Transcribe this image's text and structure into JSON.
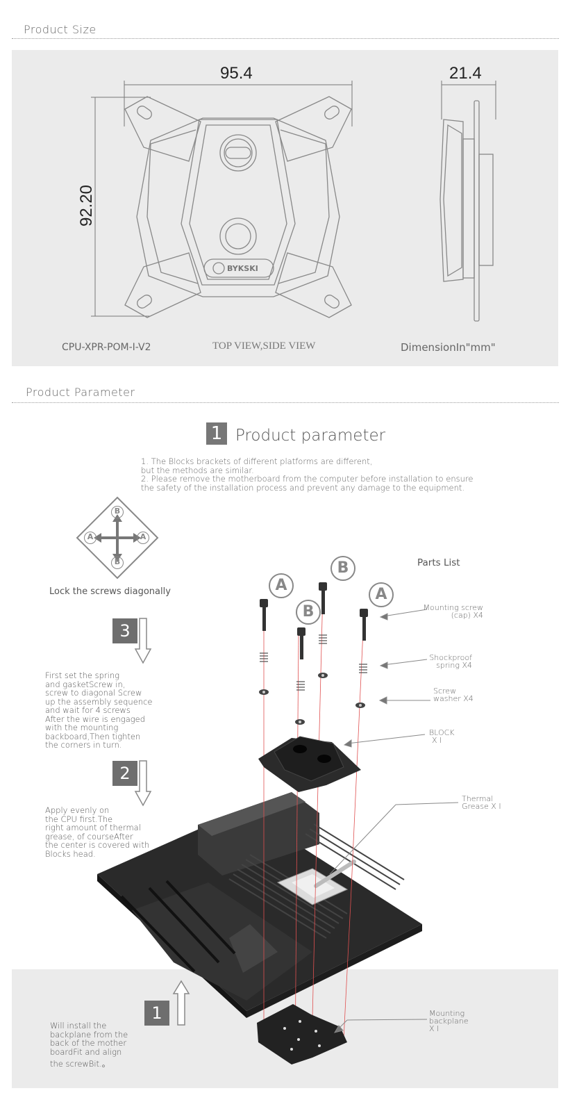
{
  "size_section": {
    "title": "Product Size",
    "dimension_width": "95.4",
    "dimension_height": "92.20",
    "dimension_depth": "21.4",
    "model": "CPU-XPR-POM-I-V2",
    "view_caption": "TOP VIEW,SIDE VIEW",
    "unit_caption": "DimensionIn\"mm\"",
    "brand_logo_text": "BYKSKI"
  },
  "param_section": {
    "title": "Product Parameter",
    "heading_number": "1",
    "heading_text": "Product parameter",
    "intro_line1": "1. The Blocks  brackets of different platforms are different,",
    "intro_line2": "but the methods are similar.",
    "intro_line3": "2. Please remove the motherboard from the computer before installation to ensure",
    "intro_line4": "the safety of the installation process and prevent any damage to the equipment."
  },
  "diagram": {
    "letter_a": "A",
    "letter_b": "B",
    "lock_caption": "Lock the screws diagonally"
  },
  "steps": [
    {
      "number": "3",
      "lines": [
        "First set the spring",
        "and gasketScrew in,",
        "screw to diagonal Screw",
        "up the assembly sequence",
        "and wait for 4 screws",
        "After the wire is engaged",
        "with the mounting",
        "backboard,Then tighten",
        "the corners in turn."
      ]
    },
    {
      "number": "2",
      "lines": [
        "Apply evenly on",
        "the CPU first.The",
        "right amount of thermal",
        "grease, of courseAfter",
        "the center is covered with",
        "Blocks  head."
      ]
    },
    {
      "number": "1",
      "lines": [
        "Will install the",
        "backplane from the",
        "back of the mother",
        "boardFit and align",
        "the screwBit.。"
      ]
    }
  ],
  "parts": {
    "title": "Parts List",
    "mounting_screw": [
      "Mounting screw",
      "(cap) X4"
    ],
    "spring": [
      "Shockproof",
      "spring X4"
    ],
    "washer": [
      "Screw",
      "washer X4"
    ],
    "block": [
      "BLOCK",
      "X I"
    ],
    "grease": [
      "Thermal",
      "Grease X I"
    ],
    "backplane": [
      "Mounting",
      "backplane",
      "X I"
    ]
  },
  "colors": {
    "panel_gray": "#ebebeb",
    "step_box": "#6e6e6e",
    "guide_line": "#e05050",
    "drawing_stroke": "#7a7a7a"
  }
}
